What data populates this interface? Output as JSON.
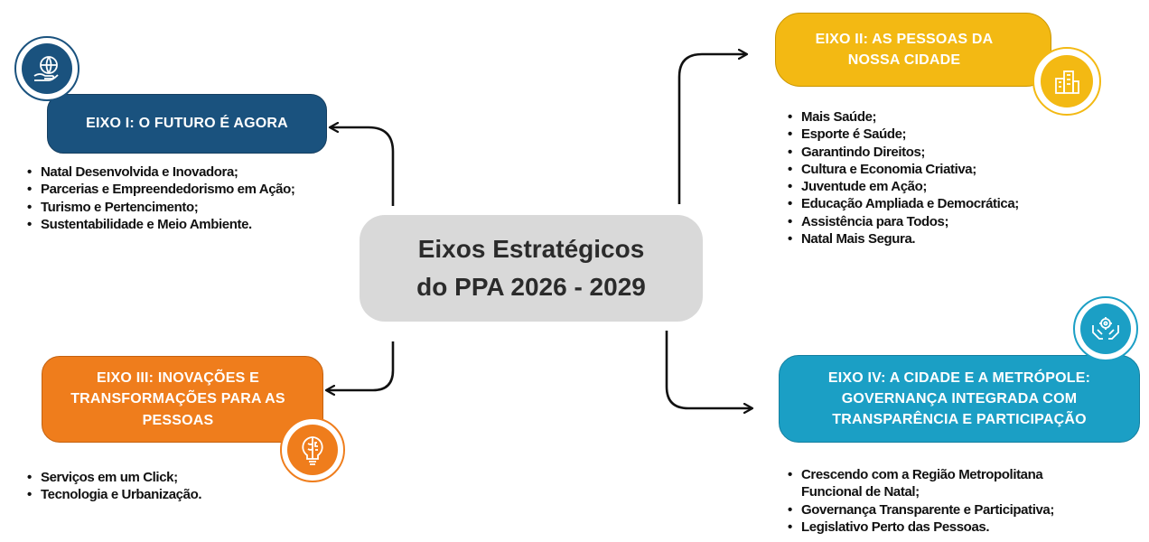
{
  "center": {
    "line1": "Eixos Estratégicos",
    "line2": "do PPA 2026 - 2029"
  },
  "eixo1": {
    "title": "EIXO I: O FUTURO É AGORA",
    "items": [
      "Natal Desenvolvida e Inovadora;",
      "Parcerias e Empreendedorismo em Ação;",
      "Turismo e Pertencimento;",
      "Sustentabilidade e Meio Ambiente."
    ],
    "color": "#1a527e"
  },
  "eixo2": {
    "title_line1": "EIXO II: AS PESSOAS DA",
    "title_line2": "NOSSA CIDADE",
    "items": [
      "Mais Saúde;",
      "Esporte é Saúde;",
      "Garantindo Direitos;",
      "Cultura e Economia Criativa;",
      "Juventude em Ação;",
      "Educação Ampliada e Democrática;",
      "Assistência para Todos;",
      "Natal Mais Segura."
    ],
    "color": "#f3b913"
  },
  "eixo3": {
    "title_line1": "EIXO III: INOVAÇÕES E",
    "title_line2": "TRANSFORMAÇÕES PARA AS",
    "title_line3": "PESSOAS",
    "items": [
      "Serviços em um Click;",
      "Tecnologia e Urbanização."
    ],
    "color": "#ef7d1c"
  },
  "eixo4": {
    "title_line1": "EIXO IV: A CIDADE E A METRÓPOLE:",
    "title_line2": "GOVERNANÇA INTEGRADA COM",
    "title_line3": "TRANSPARÊNCIA E PARTICIPAÇÃO",
    "items": [
      "Crescendo com a Região Metropolitana",
      "Funcional de Natal;",
      "Governança Transparente e Participativa;",
      "Legislativo Perto das Pessoas."
    ],
    "color": "#1b9fc5"
  },
  "icons": [
    "globe-hand-icon",
    "city-buildings-icon",
    "brain-lightbulb-icon",
    "hands-gear-icon"
  ]
}
